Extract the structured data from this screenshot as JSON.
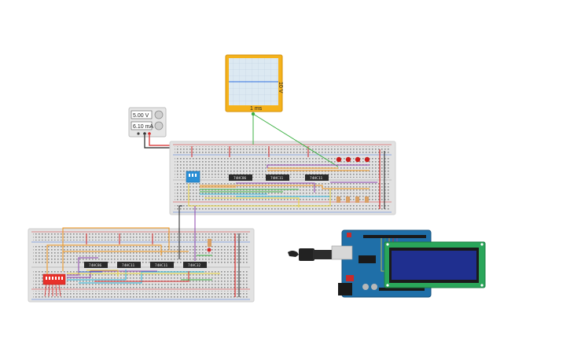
{
  "power_supply": {
    "voltage": "5.00 V",
    "current": "6.10 mA"
  },
  "oscilloscope": {
    "side_label": "10 V",
    "bottom_label": "1 ms"
  },
  "upper_board_chips": [
    "74HC86",
    "74HC11",
    "74HC11"
  ],
  "lower_board_chips": [
    "74HC86",
    "74HC11",
    "74HC11",
    "74HC32"
  ],
  "colors": {
    "breadboard": "#e2e2e2",
    "rail_red": "#d62828",
    "rail_blue": "#3a6fd8",
    "wire_orange": "#f0941a",
    "wire_yellow": "#e8d23a",
    "wire_green": "#3cb043",
    "wire_purple": "#8e44ad",
    "wire_cyan": "#2bb5d8",
    "scope_frame": "#f5b21b",
    "scope_screen": "#dce9f2",
    "dip_red": "#e8302a",
    "dip_blue": "#2a8fd6",
    "arduino": "#1f6fa8",
    "lcd_board": "#2aa65a",
    "lcd_screen": "#1f2f8f"
  }
}
